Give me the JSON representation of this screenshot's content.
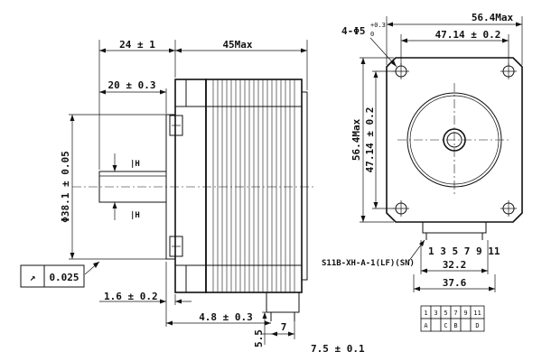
{
  "side_view": {
    "dims": {
      "overall_front": "24 ± 1",
      "body_length": "45Max",
      "shaft_length": "20 ± 0.3",
      "pilot_diameter": "Φ38.1 ± 0.05",
      "flat_label_top": "|H",
      "flat_label_bottom": "|H",
      "flange_thickness": "1.6 ± 0.2",
      "pilot_height": "4.8 ± 0.3",
      "connector_offset": "5.5",
      "connector_width": "7",
      "connector_spacing": "7.5 ± 0.1"
    },
    "tolerance_frame": {
      "symbol": "↗",
      "value": "0.025"
    }
  },
  "front_view": {
    "dims": {
      "holes": "4-Φ5",
      "holes_tol_upper": "+0.3",
      "holes_tol_lower": "0",
      "width_max": "56.4Max",
      "hole_spacing_h": "47.14 ± 0.2",
      "height_max": "56.4Max",
      "hole_spacing_v": "47.14 ± 0.2",
      "connector_part": "S11B-XH-A-1(LF)(SN)",
      "pin_numbers": "1 3 5 7 9 11",
      "connector_span": "32.2",
      "connector_body": "37.6"
    }
  },
  "pin_table": {
    "pins": [
      "1",
      "3",
      "5",
      "7",
      "9",
      "11"
    ],
    "phases": [
      "A",
      "",
      "C",
      "B",
      "",
      "D"
    ]
  }
}
